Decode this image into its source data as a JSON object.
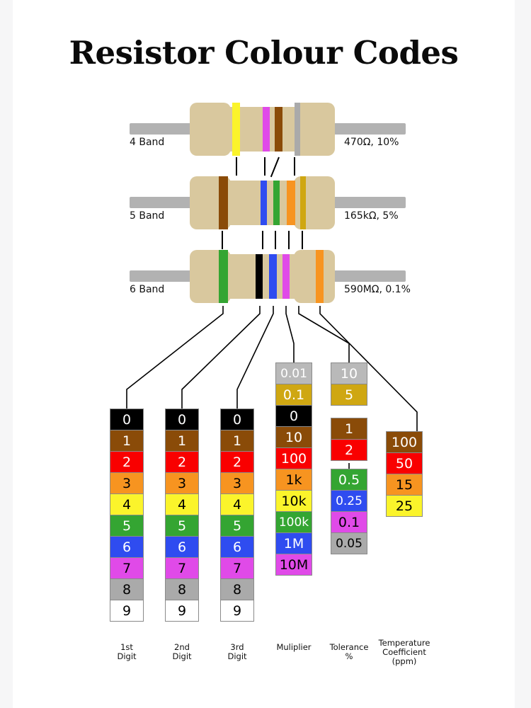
{
  "page": {
    "title": "Resistor Colour Codes",
    "background": "#ffffff",
    "margin_color": "#f6f6f7"
  },
  "palette": {
    "body": "#d9c89e",
    "lead": "#b2b2b2",
    "black": "#000000",
    "brown": "#8a4b08",
    "red": "#f90000",
    "orange": "#f79420",
    "yellow": "#fbf42b",
    "green": "#34a532",
    "blue": "#2f4cf0",
    "violet": "#e04ae8",
    "grey": "#aaaaaa",
    "white": "#ffffff",
    "gold": "#cfa712",
    "silver": "#b9b9b9"
  },
  "resistors": [
    {
      "label": "4 Band",
      "value": "470Ω, 10%",
      "bands": [
        "yellow",
        "violet",
        "brown",
        "grey"
      ]
    },
    {
      "label": "5 Band",
      "value": "165kΩ, 5%",
      "bands": [
        "brown",
        "blue",
        "green",
        "orange",
        "gold"
      ]
    },
    {
      "label": "6 Band",
      "value": "590MΩ, 0.1%",
      "bands": [
        "green",
        "black",
        "blue",
        "violet",
        "orange"
      ]
    }
  ],
  "columns": [
    {
      "name": "1st Digit",
      "label_lines": [
        "1st",
        "Digit"
      ],
      "groups": [
        {
          "items": [
            {
              "text": "0",
              "bg": "black",
              "fg": "#ffffff"
            },
            {
              "text": "1",
              "bg": "brown",
              "fg": "#ffffff"
            },
            {
              "text": "2",
              "bg": "red",
              "fg": "#ffffff"
            },
            {
              "text": "3",
              "bg": "orange",
              "fg": "#000000"
            },
            {
              "text": "4",
              "bg": "yellow",
              "fg": "#000000"
            },
            {
              "text": "5",
              "bg": "green",
              "fg": "#ffffff"
            },
            {
              "text": "6",
              "bg": "blue",
              "fg": "#ffffff"
            },
            {
              "text": "7",
              "bg": "violet",
              "fg": "#000000"
            },
            {
              "text": "8",
              "bg": "grey",
              "fg": "#000000"
            },
            {
              "text": "9",
              "bg": "white",
              "fg": "#000000"
            }
          ]
        }
      ]
    },
    {
      "name": "2nd Digit",
      "label_lines": [
        "2nd",
        "Digit"
      ],
      "groups": [
        {
          "items": [
            {
              "text": "0",
              "bg": "black",
              "fg": "#ffffff"
            },
            {
              "text": "1",
              "bg": "brown",
              "fg": "#ffffff"
            },
            {
              "text": "2",
              "bg": "red",
              "fg": "#ffffff"
            },
            {
              "text": "3",
              "bg": "orange",
              "fg": "#000000"
            },
            {
              "text": "4",
              "bg": "yellow",
              "fg": "#000000"
            },
            {
              "text": "5",
              "bg": "green",
              "fg": "#ffffff"
            },
            {
              "text": "6",
              "bg": "blue",
              "fg": "#ffffff"
            },
            {
              "text": "7",
              "bg": "violet",
              "fg": "#000000"
            },
            {
              "text": "8",
              "bg": "grey",
              "fg": "#000000"
            },
            {
              "text": "9",
              "bg": "white",
              "fg": "#000000"
            }
          ]
        }
      ]
    },
    {
      "name": "3rd Digit",
      "label_lines": [
        "3rd",
        "Digit"
      ],
      "groups": [
        {
          "items": [
            {
              "text": "0",
              "bg": "black",
              "fg": "#ffffff"
            },
            {
              "text": "1",
              "bg": "brown",
              "fg": "#ffffff"
            },
            {
              "text": "2",
              "bg": "red",
              "fg": "#ffffff"
            },
            {
              "text": "3",
              "bg": "orange",
              "fg": "#000000"
            },
            {
              "text": "4",
              "bg": "yellow",
              "fg": "#000000"
            },
            {
              "text": "5",
              "bg": "green",
              "fg": "#ffffff"
            },
            {
              "text": "6",
              "bg": "blue",
              "fg": "#ffffff"
            },
            {
              "text": "7",
              "bg": "violet",
              "fg": "#000000"
            },
            {
              "text": "8",
              "bg": "grey",
              "fg": "#000000"
            },
            {
              "text": "9",
              "bg": "white",
              "fg": "#000000"
            }
          ]
        }
      ]
    },
    {
      "name": "Muliplier",
      "label_lines": [
        "Muliplier"
      ],
      "groups": [
        {
          "items": [
            {
              "text": "0.01",
              "bg": "silver",
              "fg": "#ffffff"
            },
            {
              "text": "0.1",
              "bg": "gold",
              "fg": "#ffffff"
            },
            {
              "text": "0",
              "bg": "black",
              "fg": "#ffffff"
            },
            {
              "text": "10",
              "bg": "brown",
              "fg": "#ffffff"
            },
            {
              "text": "100",
              "bg": "red",
              "fg": "#ffffff"
            },
            {
              "text": "1k",
              "bg": "orange",
              "fg": "#000000"
            },
            {
              "text": "10k",
              "bg": "yellow",
              "fg": "#000000"
            },
            {
              "text": "100k",
              "bg": "green",
              "fg": "#ffffff"
            },
            {
              "text": "1M",
              "bg": "blue",
              "fg": "#ffffff"
            },
            {
              "text": "10M",
              "bg": "violet",
              "fg": "#000000"
            }
          ]
        }
      ]
    },
    {
      "name": "Tolerance %",
      "label_lines": [
        "Tolerance",
        "%"
      ],
      "groups": [
        {
          "items": [
            {
              "text": "10",
              "bg": "silver",
              "fg": "#ffffff"
            },
            {
              "text": "5",
              "bg": "gold",
              "fg": "#ffffff"
            }
          ]
        },
        {
          "items": [
            {
              "text": "1",
              "bg": "brown",
              "fg": "#ffffff"
            },
            {
              "text": "2",
              "bg": "red",
              "fg": "#ffffff"
            }
          ]
        },
        {
          "items": [
            {
              "text": "0.5",
              "bg": "green",
              "fg": "#ffffff"
            },
            {
              "text": "0.25",
              "bg": "blue",
              "fg": "#ffffff"
            },
            {
              "text": "0.1",
              "bg": "violet",
              "fg": "#000000"
            },
            {
              "text": "0.05",
              "bg": "grey",
              "fg": "#000000"
            }
          ]
        }
      ]
    },
    {
      "name": "Temperature Coefficient (ppm)",
      "label_lines": [
        "Temperature",
        "Coefficient",
        "(ppm)"
      ],
      "groups": [
        {
          "items": [
            {
              "text": "100",
              "bg": "brown",
              "fg": "#ffffff"
            },
            {
              "text": "50",
              "bg": "red",
              "fg": "#ffffff"
            },
            {
              "text": "15",
              "bg": "orange",
              "fg": "#000000"
            },
            {
              "text": "25",
              "bg": "yellow",
              "fg": "#000000"
            }
          ]
        }
      ]
    }
  ]
}
